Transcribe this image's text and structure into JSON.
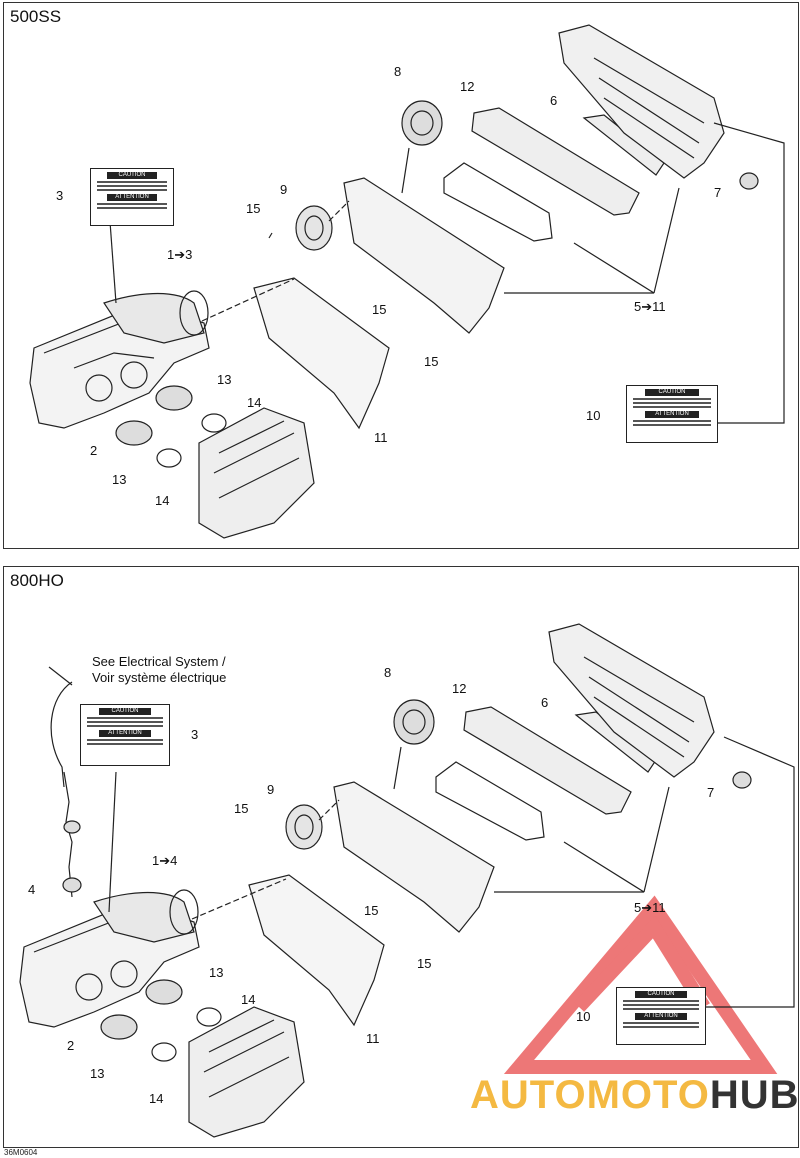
{
  "panels": [
    {
      "title": "500SS",
      "callouts": {
        "c3": "3",
        "c1to3": "1➔3",
        "c2": "2",
        "c13a": "13",
        "c13b": "13",
        "c14a": "14",
        "c14b": "14",
        "c15a": "15",
        "c15b": "15",
        "c15c": "15",
        "c9": "9",
        "c8": "8",
        "c12": "12",
        "c6": "6",
        "c7": "7",
        "c5to11": "5➔11",
        "c10": "10",
        "c11": "11"
      }
    },
    {
      "title": "800HO",
      "note_line1": "See Electrical System /",
      "note_line2": "Voir système électrique",
      "callouts": {
        "c3": "3",
        "c1to4": "1➔4",
        "c4": "4",
        "c2": "2",
        "c13a": "13",
        "c13b": "13",
        "c14a": "14",
        "c14b": "14",
        "c15a": "15",
        "c15b": "15",
        "c15c": "15",
        "c9": "9",
        "c8": "8",
        "c12": "12",
        "c6": "6",
        "c7": "7",
        "c5to11": "5➔11",
        "c10": "10",
        "c11": "11"
      }
    }
  ],
  "label_caution": "CAUTION",
  "label_attention": "ATTENTION",
  "diagram_code": "36M0604",
  "watermark": {
    "part1": "AUTOMOTO",
    "part2": "HUB",
    "color_main": "#e84a4a",
    "color_accent": "#f4b942"
  }
}
